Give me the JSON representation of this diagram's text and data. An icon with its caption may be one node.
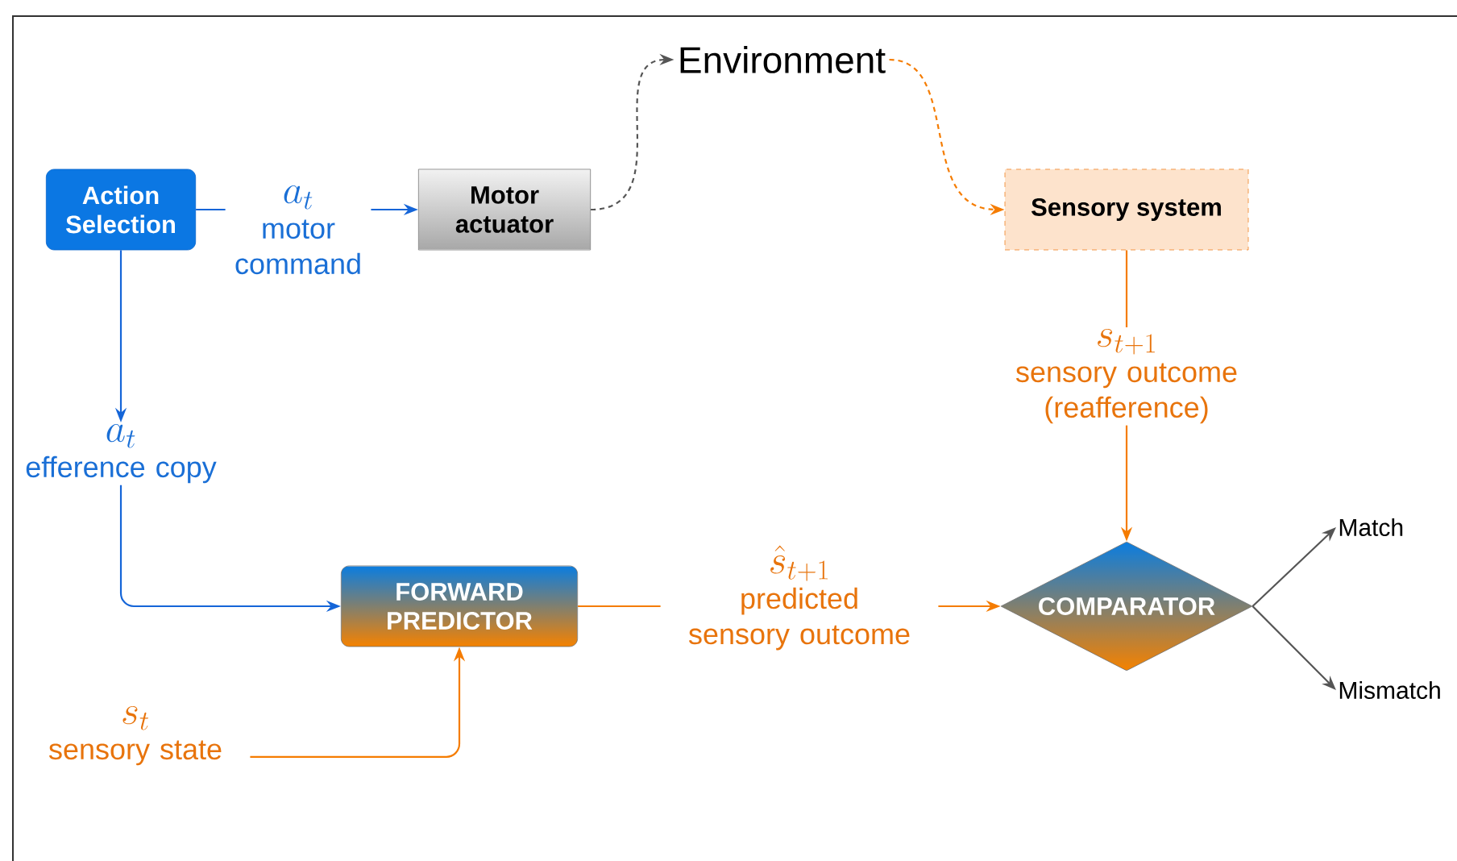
{
  "diagram": {
    "nodes": [
      {
        "text": [
          "Action Selection"
        ]
      },
      {
        "text": [
          "Motor actuator"
        ]
      },
      {
        "text": [
          "Environment"
        ]
      },
      {
        "text": [
          "Sensory system"
        ]
      },
      {
        "text": [
          "a_t",
          "motor command"
        ]
      },
      {
        "text": [
          "a_t",
          "efference copy"
        ]
      },
      {
        "text": [
          "FORWARD PREDICTOR"
        ]
      },
      {
        "text": [
          "s_{t+1}",
          "sensory outcome (reafference)"
        ]
      },
      {
        "text": [
          "\\hat{s}_{t+1}",
          "predicted sensory outcome"
        ]
      },
      {
        "text": [
          "COMPARATOR"
        ]
      },
      {
        "text": [
          "Match"
        ]
      },
      {
        "text": [
          "Mismatch"
        ]
      },
      {
        "text": [
          "s_t",
          "sensory state"
        ]
      }
    ],
    "edges": [
      {
        "from": 0,
        "to": 4,
        "arrow": "none",
        "color": "#1565d8"
      },
      {
        "from": 4,
        "to": 1,
        "arrow": "to",
        "color": "#1565d8"
      },
      {
        "from": 1,
        "to": 2,
        "arrow": "to",
        "style": "dashed",
        "color": "#555555"
      },
      {
        "from": 2,
        "to": 3,
        "arrow": "to",
        "style": "dashed"
      },
      {
        "from": 0,
        "to": 5,
        "arrow": "to",
        "color": "#1565d8"
      },
      {
        "from": 5,
        "to": 6,
        "arrow": "to",
        "color": "#1565d8"
      },
      {
        "from": 12,
        "to": 6,
        "arrow": "to"
      },
      {
        "from": 6,
        "to": 8,
        "arrow": "none"
      },
      {
        "from": 8,
        "to": 9,
        "arrow": "to"
      },
      {
        "from": 3,
        "to": 7,
        "arrow": "none"
      },
      {
        "from": 7,
        "to": 9,
        "arrow": "to"
      },
      {
        "from": 9,
        "to": 10,
        "arrow": "to",
        "color": "#555555"
      },
      {
        "from": 9,
        "to": 11,
        "arrow": "to",
        "color": "#555555"
      }
    ]
  }
}
